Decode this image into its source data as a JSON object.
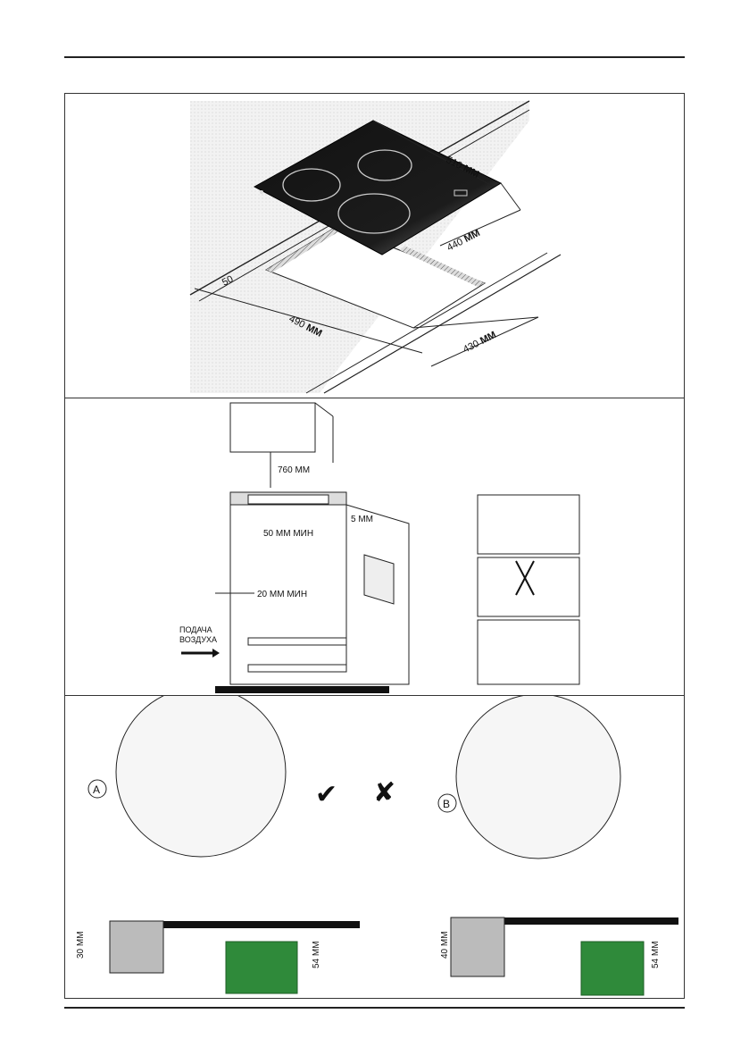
{
  "panel1": {
    "dims": {
      "width_top": "510",
      "depth_top": "440",
      "cutout_width": "490",
      "cutout_depth": "430",
      "edge_offset": "50",
      "unit": "ММ"
    }
  },
  "panel2": {
    "clearance_above": "760 ММ",
    "gap_top": "50 ММ МИН",
    "gap_side": "20 ММ МИН",
    "gap_edge": "5 ММ",
    "air_supply": [
      "ПОДАЧА",
      "ВОЗДУХА"
    ]
  },
  "panel3": {
    "variant_a": "A",
    "variant_b": "B",
    "thickness_a": "30 ММ",
    "thickness_b": "40 ММ",
    "depth_a": "54 ММ",
    "depth_b": "54 ММ",
    "colors": {
      "unit_green": "#2f8a3a",
      "unit_green_dark": "#1f5e27"
    }
  }
}
